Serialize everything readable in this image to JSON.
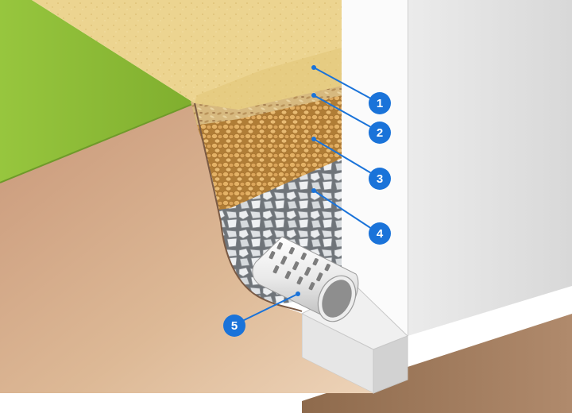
{
  "markers": [
    {
      "id": "1",
      "label": "1"
    },
    {
      "id": "2",
      "label": "2"
    },
    {
      "id": "3",
      "label": "3"
    },
    {
      "id": "4",
      "label": "4"
    },
    {
      "id": "5",
      "label": "5"
    }
  ],
  "colors": {
    "marker_fill": "#1a73d9",
    "leader_line": "#1a73d9",
    "grass": "#8fbd3a",
    "soil": "#d8b08c",
    "sand": "#ecd490",
    "gravel": "#d9a75a",
    "stone": "#e4e6e8",
    "wall": "#ebebeb",
    "pipe": "#f2f2f2",
    "ground": "#a47b5a"
  },
  "icons": {
    "wall": "foundation-wall-icon",
    "pipe": "perforated-drain-pipe-icon"
  }
}
